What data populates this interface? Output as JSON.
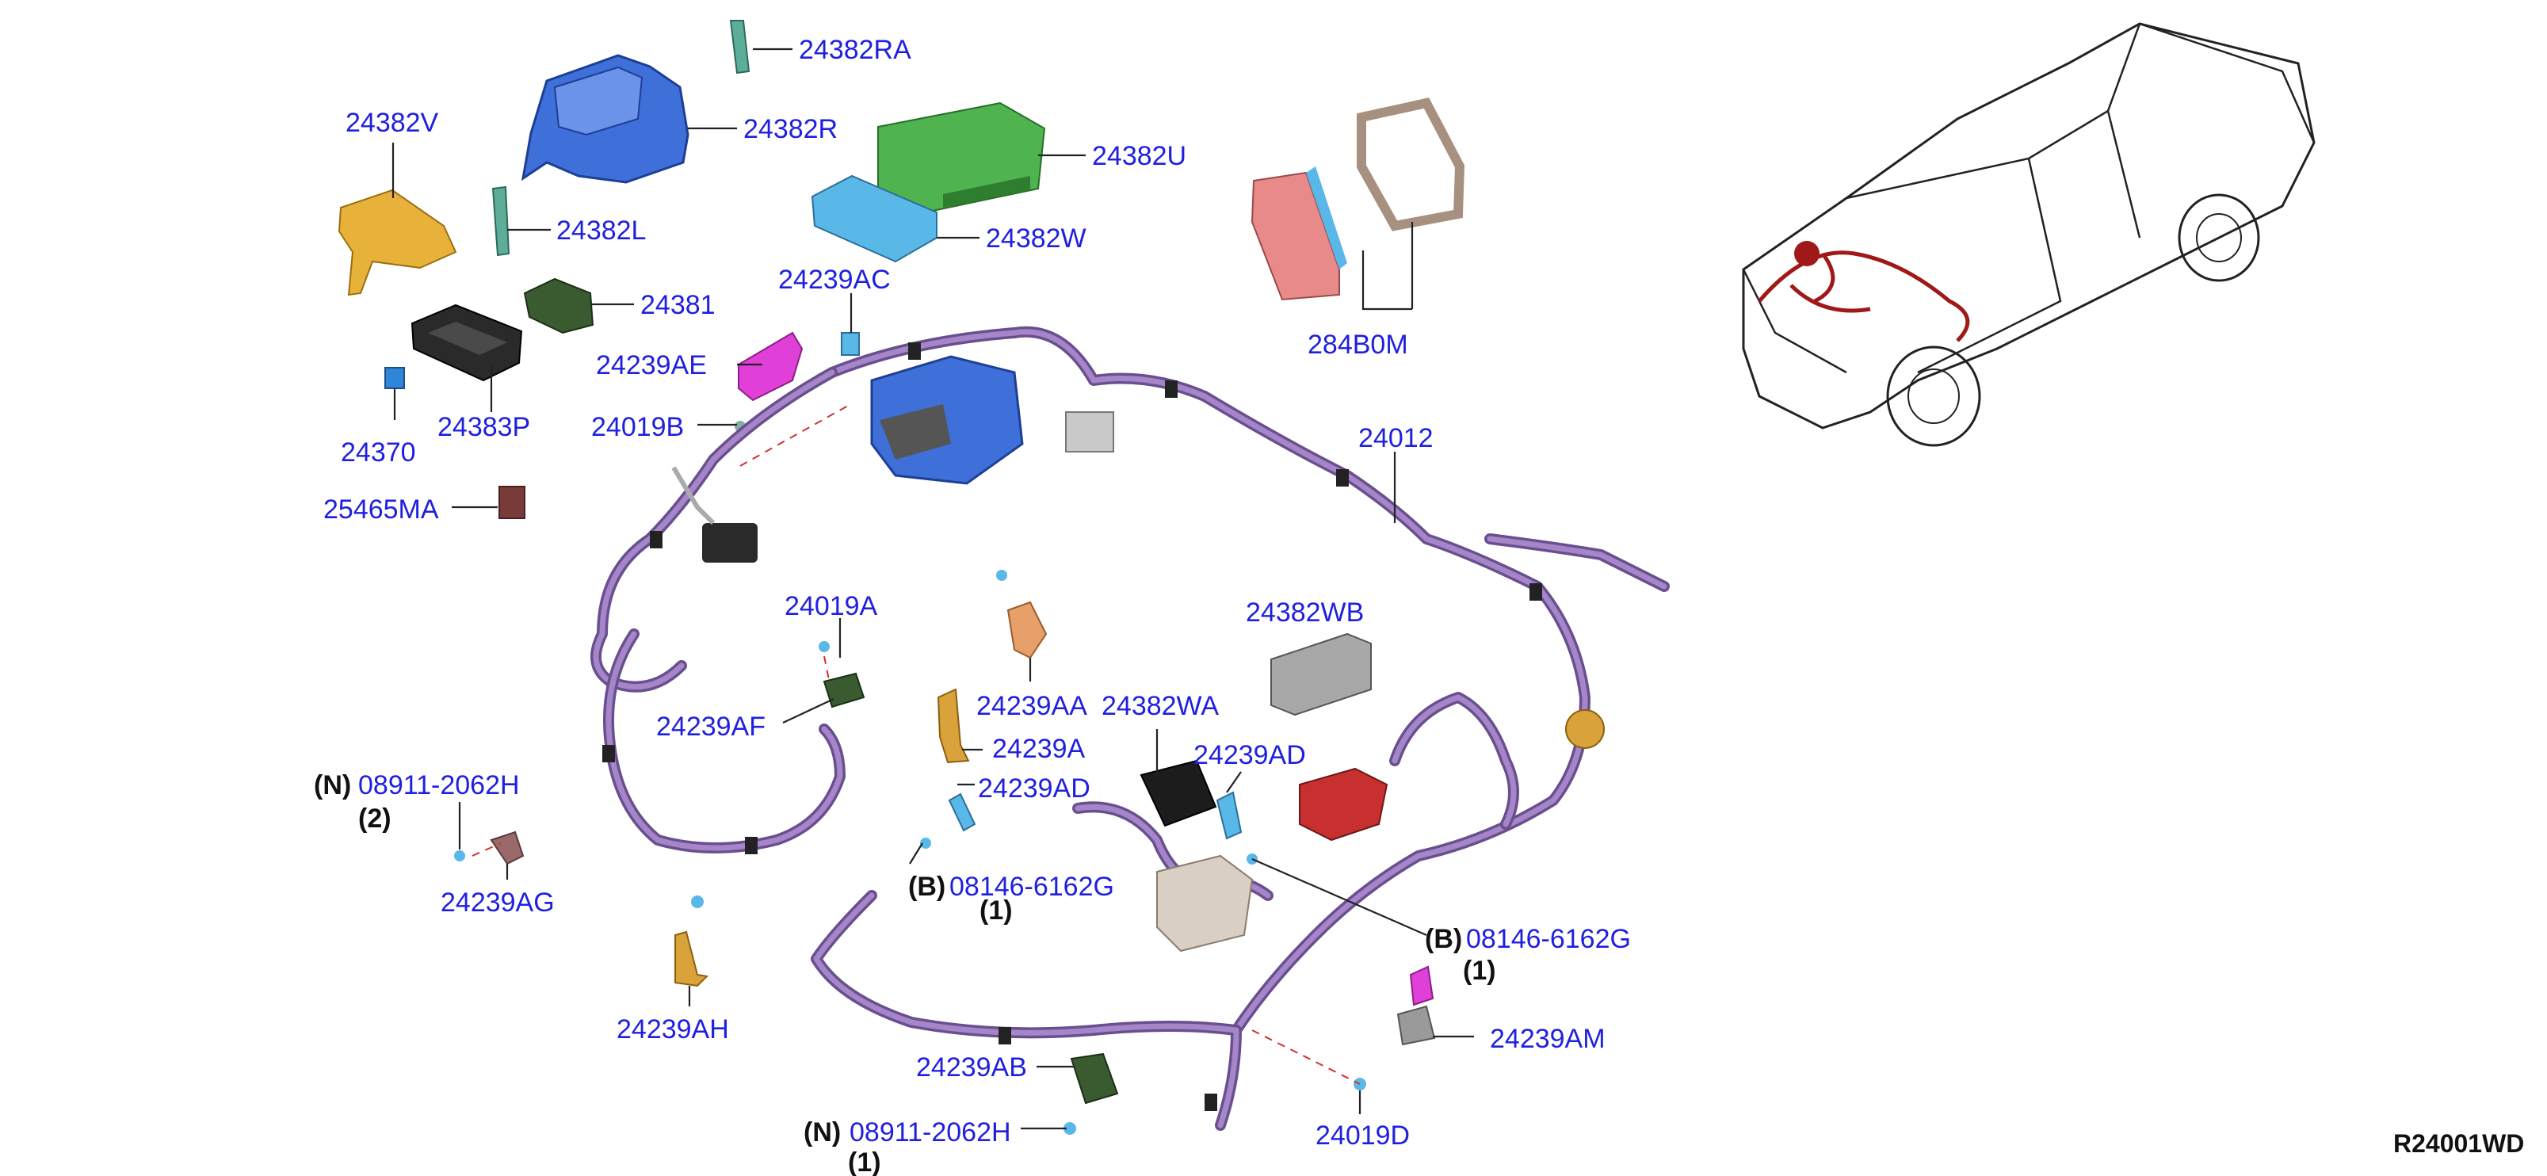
{
  "diagram_code": "R24001WD",
  "labels": {
    "l24382RA": "24382RA",
    "l24382R": "24382R",
    "l24382V": "24382V",
    "l24382U": "24382U",
    "l24382L": "24382L",
    "l24382W": "24382W",
    "l24381": "24381",
    "l24239AC": "24239AC",
    "l284B0M": "284B0M",
    "l24239AE": "24239AE",
    "l24370": "24370",
    "l24383P": "24383P",
    "l24019B": "24019B",
    "l24012": "24012",
    "l25465MA": "25465MA",
    "l24019A": "24019A",
    "l24382WB": "24382WB",
    "l24239AA": "24239AA",
    "l24382WA": "24382WA",
    "l24239AF": "24239AF",
    "l24239A": "24239A",
    "l24239AD_1": "24239AD",
    "l24239AD_2": "24239AD",
    "l08911_1": "08911-2062H",
    "l24239AG": "24239AG",
    "l08146_1": "08146-6162G",
    "l08146_2": "08146-6162G",
    "l24239AH": "24239AH",
    "l24239AM": "24239AM",
    "l24239AB": "24239AB",
    "l08911_2": "08911-2062H",
    "l24019D": "24019D"
  },
  "qualifiers": {
    "n1": "(N)",
    "n1q": "(2)",
    "b1": "(B)",
    "b1q": "(1)",
    "b2": "(B)",
    "b2q": "(1)",
    "n2": "(N)",
    "n2q": "(1)"
  },
  "colors": {
    "label": "#1f1fe0",
    "harness": "#6a4f8f",
    "fuse_box": "#3f6fd8",
    "ecu_green": "#4fb34f",
    "ecu_lightblue": "#5ab8e8",
    "bracket_yellow": "#e8b23a",
    "bracket_magenta": "#e040d8",
    "relay_dark": "#2d4a2a",
    "grommet_pink": "#e88a8a",
    "vehicle_harness_red": "#a01818"
  }
}
